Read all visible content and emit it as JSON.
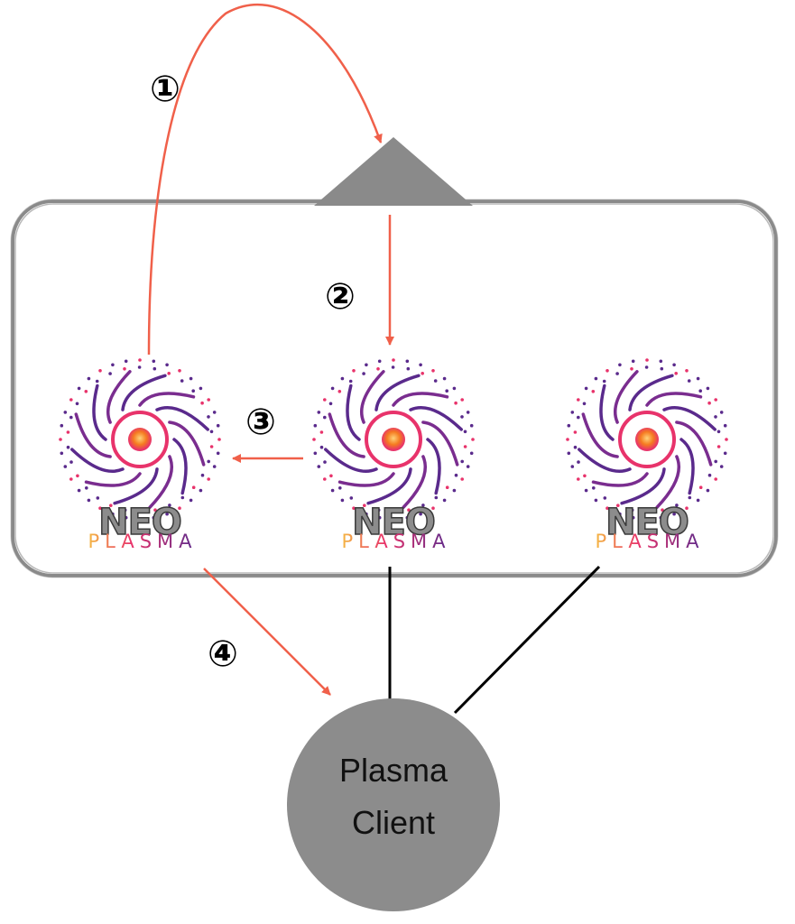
{
  "steps": {
    "step1": "①",
    "step2": "②",
    "step3": "③",
    "step4": "④"
  },
  "nodes": [
    {
      "logo_top": "NEO",
      "logo_bottom": "PLASMA"
    },
    {
      "logo_top": "NEO",
      "logo_bottom": "PLASMA"
    },
    {
      "logo_top": "NEO",
      "logo_bottom": "PLASMA"
    }
  ],
  "client": {
    "line1": "Plasma",
    "line2": "Client"
  },
  "colors": {
    "arrow": "#f0604a",
    "connector": "#000000",
    "border": "#777777",
    "triangle": "#8a8a8a",
    "client_fill": "#8c8c8c",
    "spiral_purple": "#5a2a8c",
    "ring_pink": "#e8336b",
    "core_orange": "#f57b20"
  },
  "icons": {
    "logo": "neo-plasma-spiral-logo",
    "entry": "triangle-marker"
  }
}
